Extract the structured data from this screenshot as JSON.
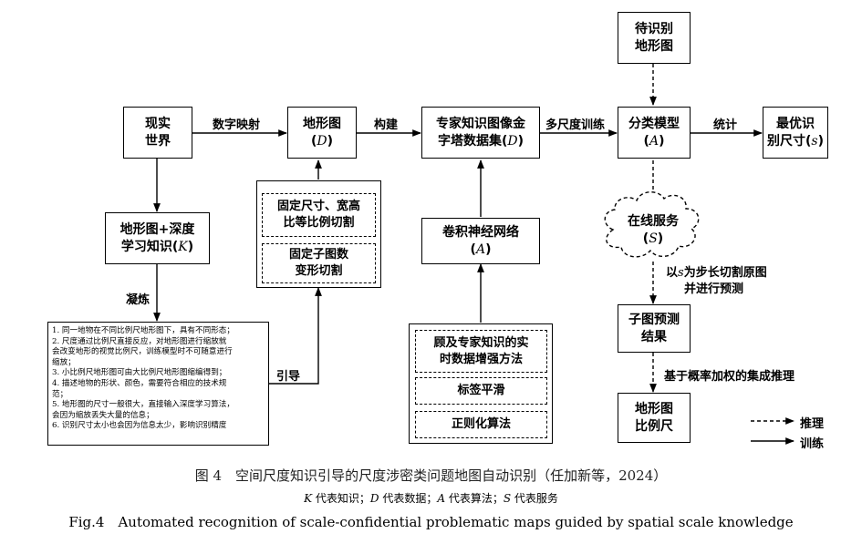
{
  "nodes": {
    "real_world": {
      "line1": "现实",
      "line2": "世界"
    },
    "map": {
      "line1": "地形图",
      "var": "D"
    },
    "pyramid": {
      "line1": "专家知识图像金",
      "line2_pre": "字塔数据集",
      "var": "D"
    },
    "classifier": {
      "line1": "分类模型",
      "var": "A"
    },
    "pending": {
      "line1": "待识别",
      "line2": "地形图"
    },
    "optimal": {
      "line1": "最优识",
      "line2_pre": "别尺寸",
      "var": "s"
    },
    "knowledge": {
      "line1": "地形图+深度",
      "line2_pre": "学习知识",
      "var": "K"
    },
    "cnn": {
      "line1": "卷积神经网络",
      "var": "A"
    },
    "online": {
      "line1": "在线服务",
      "var": "S"
    },
    "subpred": {
      "line1": "子图预测",
      "line2": "结果"
    },
    "scale": {
      "line1": "地形图",
      "line2": "比例尺"
    }
  },
  "cut_methods": [
    {
      "line1": "固定尺寸、宽高",
      "line2": "比等比例切割"
    },
    {
      "line1": "固定子图数",
      "line2": "变形切割"
    }
  ],
  "aug_methods": [
    {
      "line1": "顾及专家知识的实",
      "line2": "时数据增强方法"
    },
    {
      "line1": "标签平滑",
      "line2": ""
    },
    {
      "line1": "正则化算法",
      "line2": ""
    }
  ],
  "knowledge_list": [
    "1. 同一地物在不同比例尺地形图下，具有不同形态；",
    "2. 尺度通过比例尺直接反应，对地形图进行缩放就",
    "   会改变地形的视觉比例尺，训练模型时不可随意进行",
    "   缩放；",
    "3. 小比例尺地形图可由大比例尺地形图缩编得到；",
    "4. 描述地物的形状、颜色，需要符合相应的技术规",
    "   范；",
    "5. 地形图的尺寸一般很大，直接输入深度学习算法，",
    "   会因为缩放丢失大量的信息；",
    "6. 识别尺寸太小也会因为信息太少，影响识别精度"
  ],
  "edge_labels": {
    "digital_mapping": "数字映射",
    "build": "构建",
    "multiscale_training": "多尺度训练",
    "statistics": "统计",
    "refine": "凝炼",
    "guide": "引导",
    "step_cut_pre": "以",
    "step_cut_var": "s",
    "step_cut_post": "为步长切割原图",
    "step_cut_line2": "并进行预测",
    "ensemble": "基于概率加权的集成推理"
  },
  "legend": {
    "inference": "推理",
    "training": "训练"
  },
  "caption": {
    "title_zh": "图 4　空间尺度知识引导的尺度涉密类问题地图自动识别（任加新等，2024）",
    "legend_line": [
      {
        "var": "K",
        "text": " 代表知识；"
      },
      {
        "var": "D",
        "text": " 代表数据；"
      },
      {
        "var": "A",
        "text": " 代表算法；"
      },
      {
        "var": "S",
        "text": " 代表服务"
      }
    ],
    "title_en": "Fig.4　Automated recognition of scale-confidential problematic maps guided by spatial scale knowledge"
  }
}
